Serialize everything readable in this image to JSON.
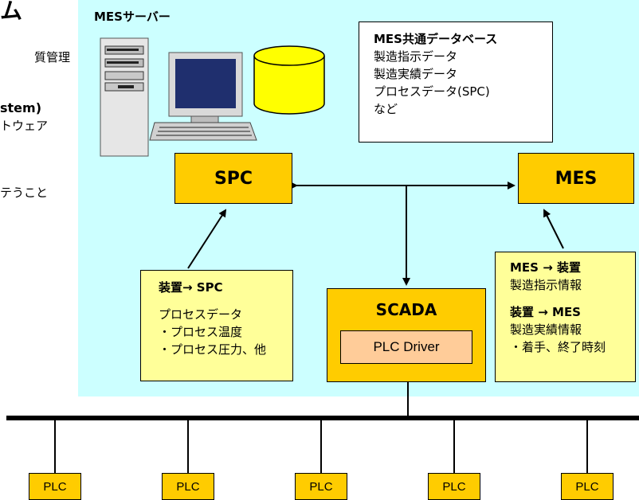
{
  "left_partial": {
    "title": "ム",
    "line1": "質管理",
    "line2": "stem)",
    "line3": "トウェア",
    "line4": "テうこと"
  },
  "server": {
    "label": "MESサーバー"
  },
  "database": {
    "title": "MES共通データベース",
    "items": [
      "製造指示データ",
      "製造実績データ",
      "プロセスデータ(SPC)",
      "など"
    ]
  },
  "spc": {
    "label": "SPC"
  },
  "mes": {
    "label": "MES"
  },
  "scada": {
    "title": "SCADA",
    "driver": "PLC Driver"
  },
  "spc_note": {
    "head": "装置→ SPC",
    "lines": [
      "プロセスデータ",
      "・プロセス温度",
      "・プロセス圧力、他"
    ]
  },
  "mes_note": {
    "head1": "MES → 装置",
    "line1": "製造指示情報",
    "head2": "装置 → MES",
    "line2": "製造実績情報",
    "line3": "・着手、終了時刻"
  },
  "plcs": [
    "PLC",
    "PLC",
    "PLC",
    "PLC",
    "PLC"
  ],
  "colors": {
    "server_bg": "#ccffff",
    "node_orange": "#ffcc00",
    "note_yellow": "#ffff99",
    "driver_peach": "#ffcc99",
    "db_yellow": "#ffff00"
  }
}
